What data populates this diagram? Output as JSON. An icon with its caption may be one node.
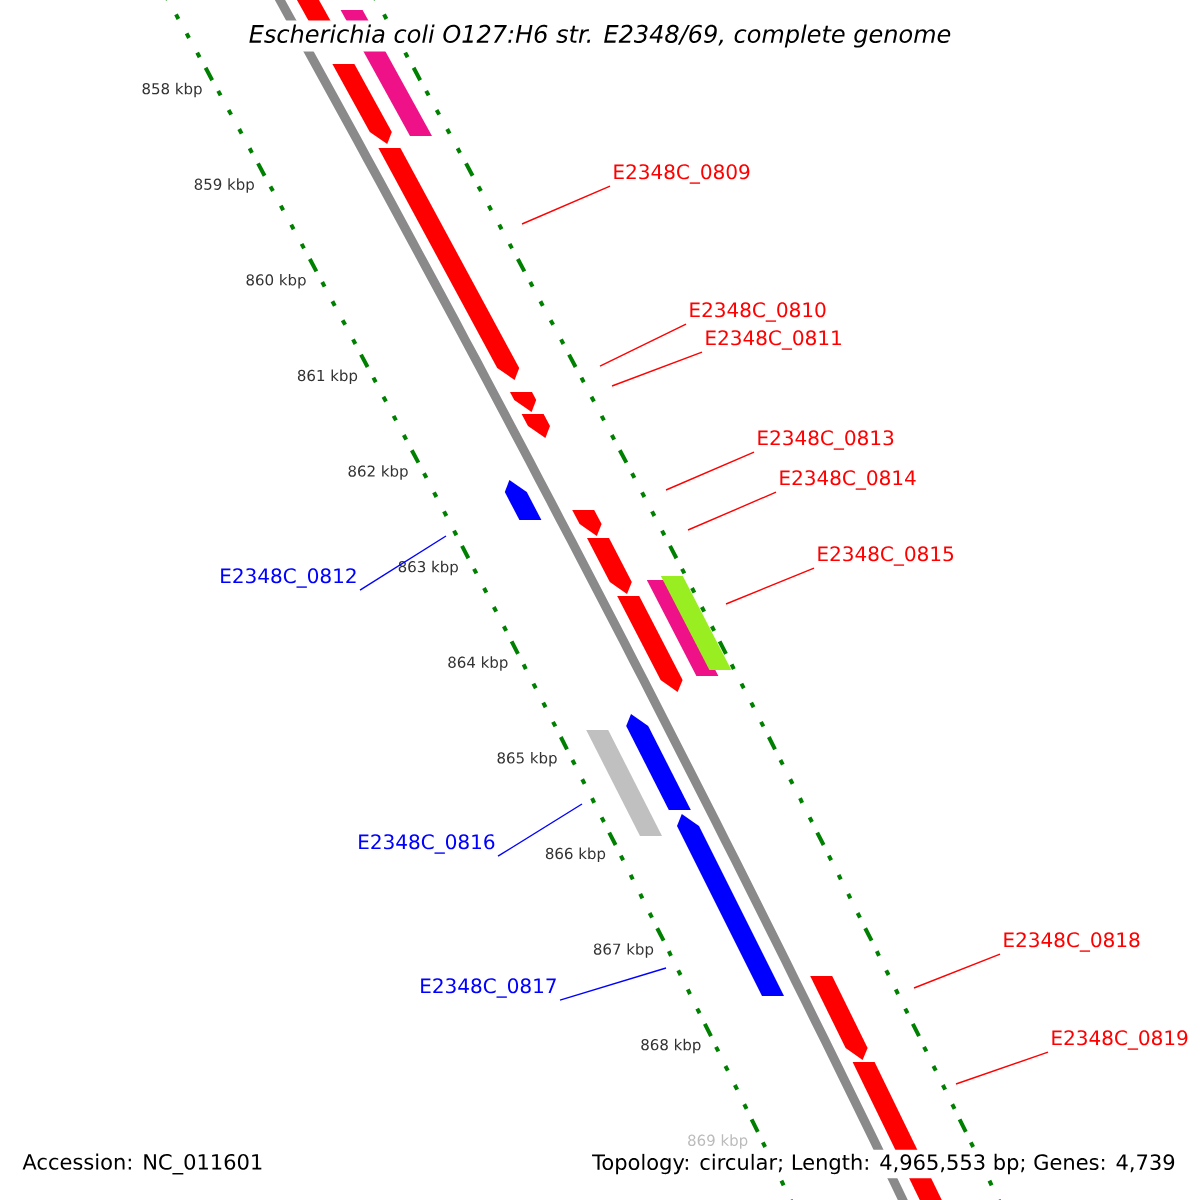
{
  "diagram": {
    "title": "Escherichia coli O127:H6 str. E2348/69, complete genome",
    "nodes": [
      {
        "text": [
          "E2348C_0809"
        ]
      },
      {
        "text": [
          "E2348C_0810"
        ]
      },
      {
        "text": [
          "E2348C_0811"
        ]
      },
      {
        "text": [
          "E2348C_0813"
        ]
      },
      {
        "text": [
          "E2348C_0814"
        ]
      },
      {
        "text": [
          "E2348C_0815"
        ]
      },
      {
        "text": [
          "E2348C_0812"
        ]
      },
      {
        "text": [
          "E2348C_0816"
        ]
      },
      {
        "text": [
          "E2348C_0818"
        ]
      },
      {
        "text": [
          "E2348C_0817"
        ]
      },
      {
        "text": [
          "E2348C_0819"
        ]
      }
    ],
    "edges": [
      {
        "from": 0,
        "to": null,
        "arrow": "none"
      },
      {
        "from": 1,
        "to": null,
        "arrow": "none"
      },
      {
        "from": 2,
        "to": null,
        "arrow": "none"
      },
      {
        "from": 3,
        "to": null,
        "arrow": "none"
      },
      {
        "from": 4,
        "to": null,
        "arrow": "none"
      },
      {
        "from": 5,
        "to": null,
        "arrow": "none"
      },
      {
        "from": 6,
        "to": null,
        "arrow": "none",
        "color": "#0000ff"
      },
      {
        "from": 7,
        "to": null,
        "arrow": "none",
        "color": "#0000ff"
      },
      {
        "from": 8,
        "to": null,
        "arrow": "none"
      },
      {
        "from": 9,
        "to": null,
        "arrow": "none",
        "color": "#0000ff"
      },
      {
        "from": 10,
        "to": null,
        "arrow": "none"
      }
    ],
    "labels": [
      "858 kbp",
      "859 kbp",
      "860 kbp",
      "861 kbp",
      "862 kbp",
      "863 kbp",
      "864 kbp",
      "865 kbp",
      "866 kbp",
      "867 kbp",
      "868 kbp",
      "869 kbp",
      "Accession: NC_011601",
      "Topology: circular; Length: 4,965,553 bp; Genes: 4,739"
    ]
  }
}
